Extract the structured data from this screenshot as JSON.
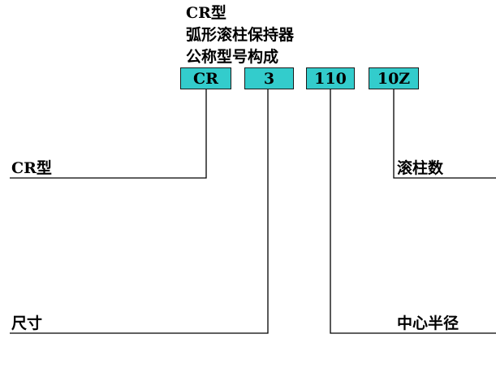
{
  "title": {
    "line1": "CR型",
    "line2": "弧形滚柱保持器",
    "line3": "公称型号构成"
  },
  "code_boxes": [
    {
      "text": "CR"
    },
    {
      "text": "3"
    },
    {
      "text": "110"
    },
    {
      "text": "10Z"
    }
  ],
  "labels": {
    "cr_type": "CR型",
    "size": "尺寸",
    "center_radius": "中心半径",
    "roller_count": "滚柱数"
  },
  "colors": {
    "box_fill": "#33cccc",
    "line": "#000000"
  }
}
